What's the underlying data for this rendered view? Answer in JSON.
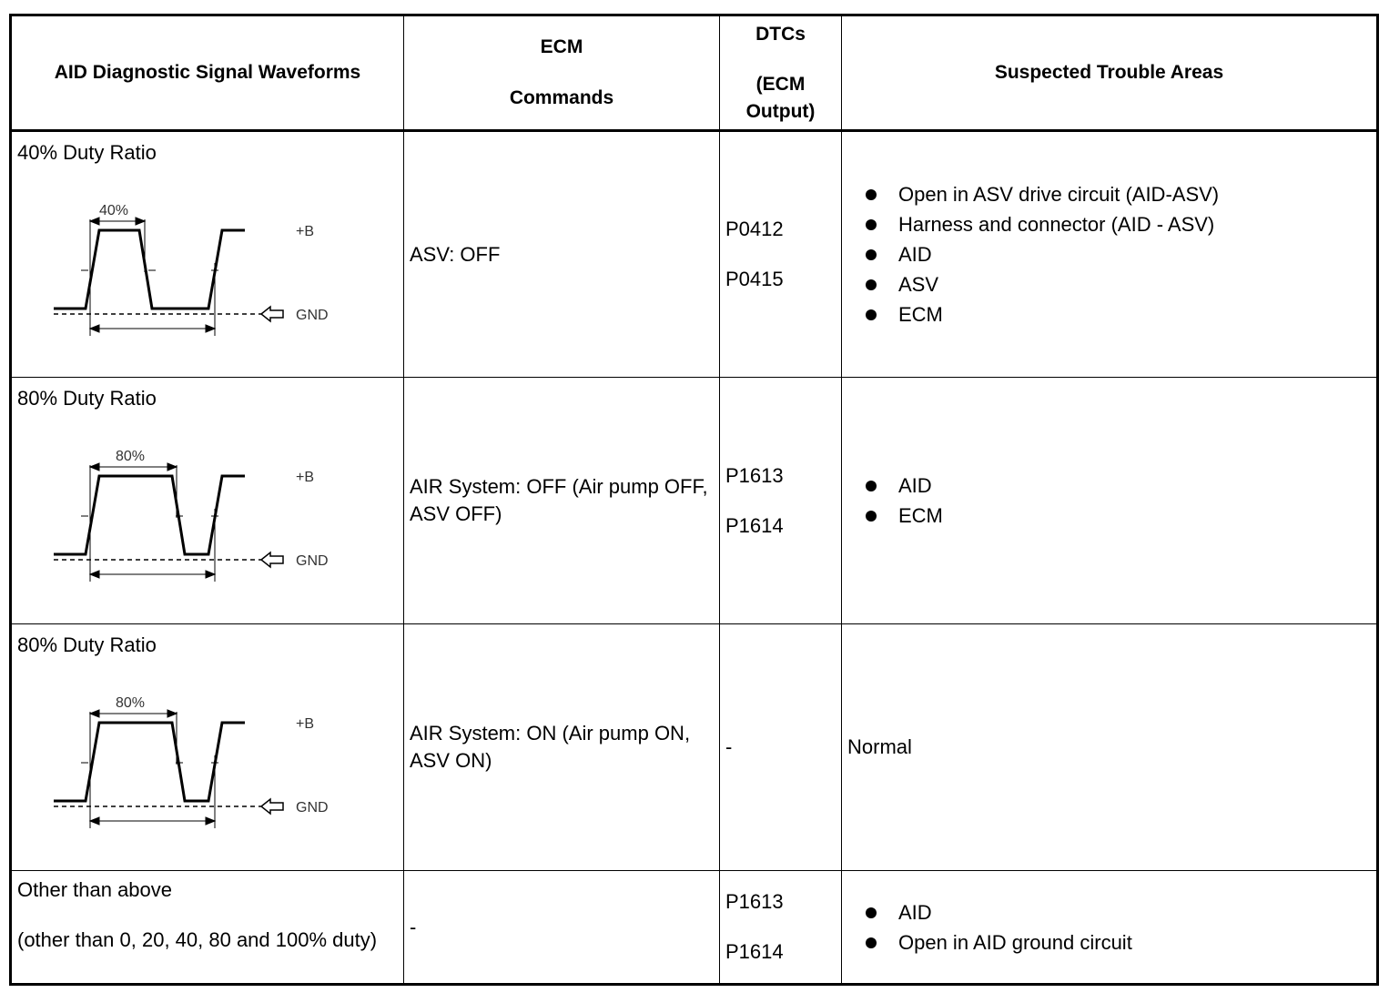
{
  "headers": {
    "waveforms": "AID Diagnostic Signal Waveforms",
    "ecm_line1": "ECM",
    "ecm_line2": "Commands",
    "dtcs_line1": "DTCs",
    "dtcs_line2": "(ECM",
    "dtcs_line3": "Output)",
    "areas": "Suspected Trouble Areas"
  },
  "waveform_labels": {
    "plus_b": "+B",
    "gnd": "GND"
  },
  "rows": [
    {
      "waveform_title": "40% Duty Ratio",
      "duty_label": "40%",
      "command": "ASV: OFF",
      "dtcs": [
        "P0412",
        "P0415"
      ],
      "areas": [
        "Open in ASV drive circuit (AID-ASV)",
        "Harness and connector (AID - ASV)",
        "AID",
        "ASV",
        "ECM"
      ]
    },
    {
      "waveform_title": "80% Duty Ratio",
      "duty_label": "80%",
      "command": "AIR System: OFF (Air pump OFF, ASV OFF)",
      "dtcs": [
        "P1613",
        "P1614"
      ],
      "areas": [
        "AID",
        "ECM"
      ]
    },
    {
      "waveform_title": "80% Duty Ratio",
      "duty_label": "80%",
      "command": "AIR System: ON (Air pump ON, ASV ON)",
      "dtc_text": "-",
      "area_text": "Normal"
    },
    {
      "waveform_title": "Other than above",
      "waveform_note": "(other than 0, 20, 40, 80 and 100% duty)",
      "command": "-",
      "dtcs": [
        "P1613",
        "P1614"
      ],
      "areas": [
        "AID",
        "Open in AID ground circuit"
      ]
    }
  ]
}
